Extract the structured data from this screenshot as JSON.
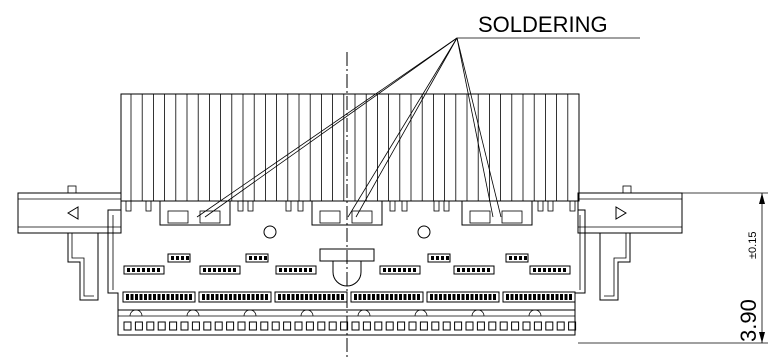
{
  "callout": {
    "label": "SOLDERING"
  },
  "dimension": {
    "value": "3.90",
    "tolerance": "±0.15"
  }
}
